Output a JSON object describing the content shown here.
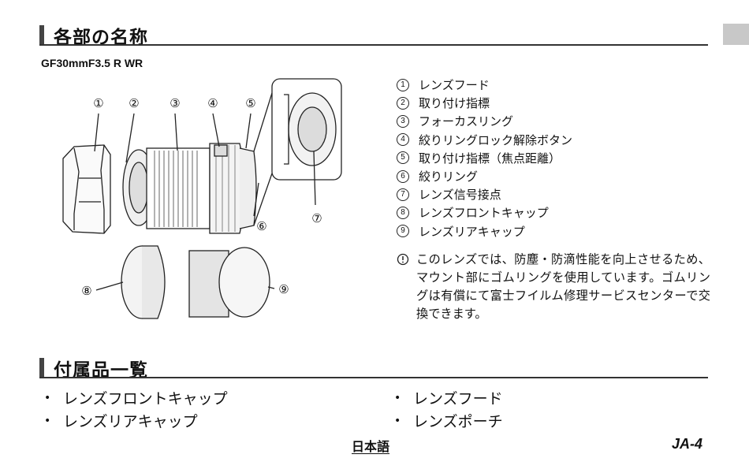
{
  "section1": {
    "title": "各部の名称"
  },
  "model": "GF30mmF3.5 R WR",
  "callouts": [
    "①",
    "②",
    "③",
    "④",
    "⑤",
    "⑥",
    "⑦",
    "⑧",
    "⑨"
  ],
  "parts": [
    {
      "num": "1",
      "label": "レンズフード"
    },
    {
      "num": "2",
      "label": "取り付け指標"
    },
    {
      "num": "3",
      "label": "フォーカスリング"
    },
    {
      "num": "4",
      "label": "絞りリングロック解除ボタン"
    },
    {
      "num": "5",
      "label": "取り付け指標（焦点距離）"
    },
    {
      "num": "6",
      "label": "絞りリング"
    },
    {
      "num": "7",
      "label": "レンズ信号接点"
    },
    {
      "num": "8",
      "label": "レンズフロントキャップ"
    },
    {
      "num": "9",
      "label": "レンズリアキャップ"
    }
  ],
  "note": "このレンズでは、防塵・防滴性能を向上させるため、マウント部にゴムリングを使用しています。ゴムリングは有償にて富士フイルム修理サービスセンターで交換できます。",
  "section2": {
    "title": "付属品一覧"
  },
  "accessories": {
    "left": [
      "レンズフロントキャップ",
      "レンズリアキャップ"
    ],
    "right": [
      "レンズフード",
      "レンズポーチ"
    ]
  },
  "footer": {
    "language": "日本語",
    "page": "JA-4"
  }
}
